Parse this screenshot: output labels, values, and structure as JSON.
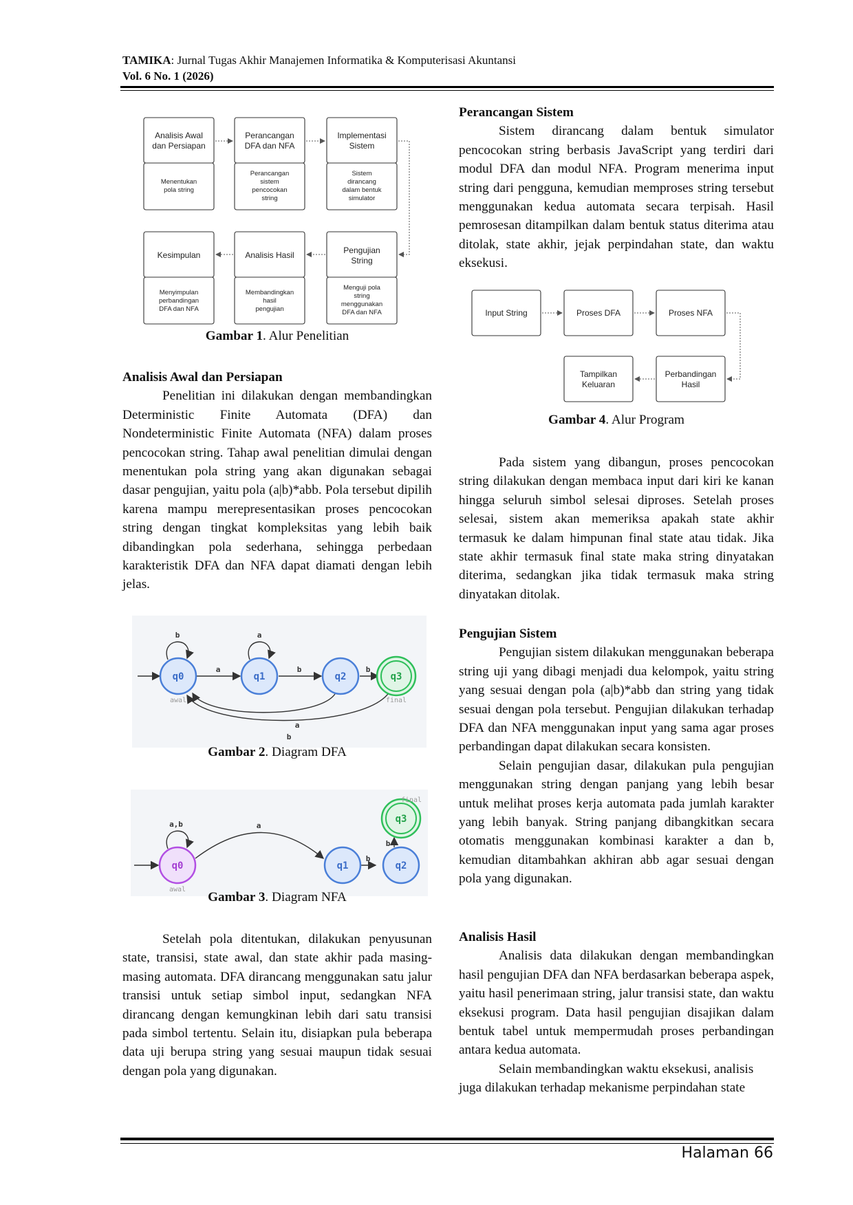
{
  "header": {
    "journal_bold": "TAMIKA",
    "journal_rest": ": Jurnal Tugas Akhir Manajemen Informatika & Komputerisasi Akuntansi",
    "volume": "Vol. 6 No. 1 (2026)"
  },
  "fig1": {
    "boxes": [
      {
        "title": "Analisis Awal dan Persiapan",
        "t1": "Analisis Awal",
        "t2": "dan Persiapan",
        "d": [
          "Menentukan",
          "pola string"
        ]
      },
      {
        "title": "Perancangan DFA dan NFA",
        "t1": "Perancangan",
        "t2": "DFA dan NFA",
        "d": [
          "Perancangan",
          "sistem",
          "pencocokan",
          "string"
        ]
      },
      {
        "title": "Implementasi Sistem",
        "t1": "Implementasi",
        "t2": "Sistem",
        "d": [
          "Sistem",
          "dirancang",
          "dalam bentuk",
          "simulator"
        ]
      },
      {
        "title": "Kesimpulan",
        "t1": "Kesimpulan",
        "t2": "",
        "d": [
          "Menyimpulan",
          "perbandingan",
          "DFA dan NFA"
        ]
      },
      {
        "title": "Analisis Hasil",
        "t1": "Analisis Hasil",
        "t2": "",
        "d": [
          "Membandingkan",
          "hasil",
          "pengujian"
        ]
      },
      {
        "title": "Pengujian String",
        "t1": "Pengujian",
        "t2": "String",
        "d": [
          "Menguji pola",
          "string",
          "menggunakan",
          "DFA dan NFA"
        ]
      }
    ],
    "caption_bold": "Gambar 1",
    "caption_rest": ". Alur Penelitian"
  },
  "sec1": {
    "heading": "Analisis Awal dan Persiapan",
    "para": "Penelitian ini dilakukan dengan membandingkan Deterministic Finite Automata (DFA) dan Nondeterministic Finite Automata (NFA) dalam proses pencocokan string. Tahap awal penelitian dimulai dengan menentukan pola string yang akan digunakan sebagai dasar pengujian, yaitu pola (a|b)*abb. Pola tersebut dipilih karena mampu merepresentasikan proses pencocokan string dengan tingkat kompleksitas yang lebih baik dibandingkan pola sederhana, sehingga perbedaan karakteristik DFA dan NFA dapat diamati dengan lebih jelas."
  },
  "fig2": {
    "states": [
      "q0",
      "q1",
      "q2",
      "q3"
    ],
    "labels": {
      "start": "awal",
      "final": "final",
      "a": "a",
      "b": "b"
    },
    "caption_bold": "Gambar 2",
    "caption_rest": ". Diagram DFA"
  },
  "fig3": {
    "states": [
      "q0",
      "q1",
      "q2",
      "q3"
    ],
    "labels": {
      "start": "awal",
      "final": "final",
      "ab": "a,b",
      "a": "a",
      "b": "b"
    },
    "caption_bold": "Gambar 3",
    "caption_rest": ". Diagram NFA"
  },
  "sec1b": {
    "para": "Setelah pola ditentukan, dilakukan penyusunan state, transisi, state awal, dan state akhir pada masing-masing automata. DFA dirancang menggunakan satu jalur transisi untuk setiap simbol input, sedangkan NFA dirancang dengan kemungkinan lebih dari satu transisi pada simbol tertentu. Selain itu, disiapkan pula beberapa data uji berupa string yang sesuai maupun tidak sesuai dengan pola yang digunakan."
  },
  "sec2": {
    "heading": "Perancangan Sistem",
    "para": "Sistem dirancang dalam bentuk simulator pencocokan string berbasis JavaScript yang terdiri dari modul DFA dan modul NFA. Program menerima input string dari pengguna, kemudian memproses string tersebut menggunakan kedua automata secara terpisah. Hasil pemrosesan ditampilkan dalam bentuk status diterima atau ditolak, state akhir, jejak perpindahan state, dan waktu eksekusi."
  },
  "fig4": {
    "boxes": [
      "Input String",
      "Proses DFA",
      "Proses NFA",
      "Perbandingan Hasil",
      "Tampilkan Keluaran"
    ],
    "b4": [
      "Perbandingan",
      "Hasil"
    ],
    "b5": [
      "Tampilkan",
      "Keluaran"
    ],
    "caption_bold": "Gambar 4",
    "caption_rest": ". Alur Program"
  },
  "sec2b": {
    "para": "Pada sistem yang dibangun, proses pencocokan string dilakukan dengan membaca input dari kiri ke kanan hingga seluruh simbol selesai diproses. Setelah proses selesai, sistem akan memeriksa apakah state akhir termasuk ke dalam himpunan final state atau tidak. Jika state akhir termasuk final state maka string dinyatakan diterima, sedangkan jika tidak termasuk maka string dinyatakan ditolak."
  },
  "sec3": {
    "heading": "Pengujian Sistem",
    "para1": "Pengujian sistem dilakukan menggunakan beberapa string uji yang dibagi menjadi dua kelompok, yaitu string yang sesuai dengan pola (a|b)*abb dan string yang tidak sesuai dengan pola tersebut. Pengujian dilakukan terhadap DFA dan NFA menggunakan input yang sama agar proses perbandingan dapat dilakukan secara konsisten.",
    "para2": "Selain pengujian dasar, dilakukan pula pengujian menggunakan string dengan panjang yang lebih besar untuk melihat proses kerja automata pada jumlah karakter yang lebih banyak. String panjang dibangkitkan secara otomatis menggunakan kombinasi karakter a dan b, kemudian ditambahkan akhiran abb agar sesuai dengan pola yang digunakan."
  },
  "sec4": {
    "heading": "Analisis Hasil",
    "para1": "Analisis data dilakukan dengan membandingkan hasil pengujian DFA dan NFA berdasarkan beberapa aspek, yaitu hasil penerimaan string, jalur transisi state, dan waktu eksekusi program. Data hasil pengujian disajikan dalam bentuk tabel untuk mempermudah proses perbandingan antara kedua automata.",
    "para2": "Selain membandingkan waktu eksekusi, analisis juga dilakukan terhadap mekanisme perpindahan state"
  },
  "footer": {
    "page": "Halaman 66"
  }
}
